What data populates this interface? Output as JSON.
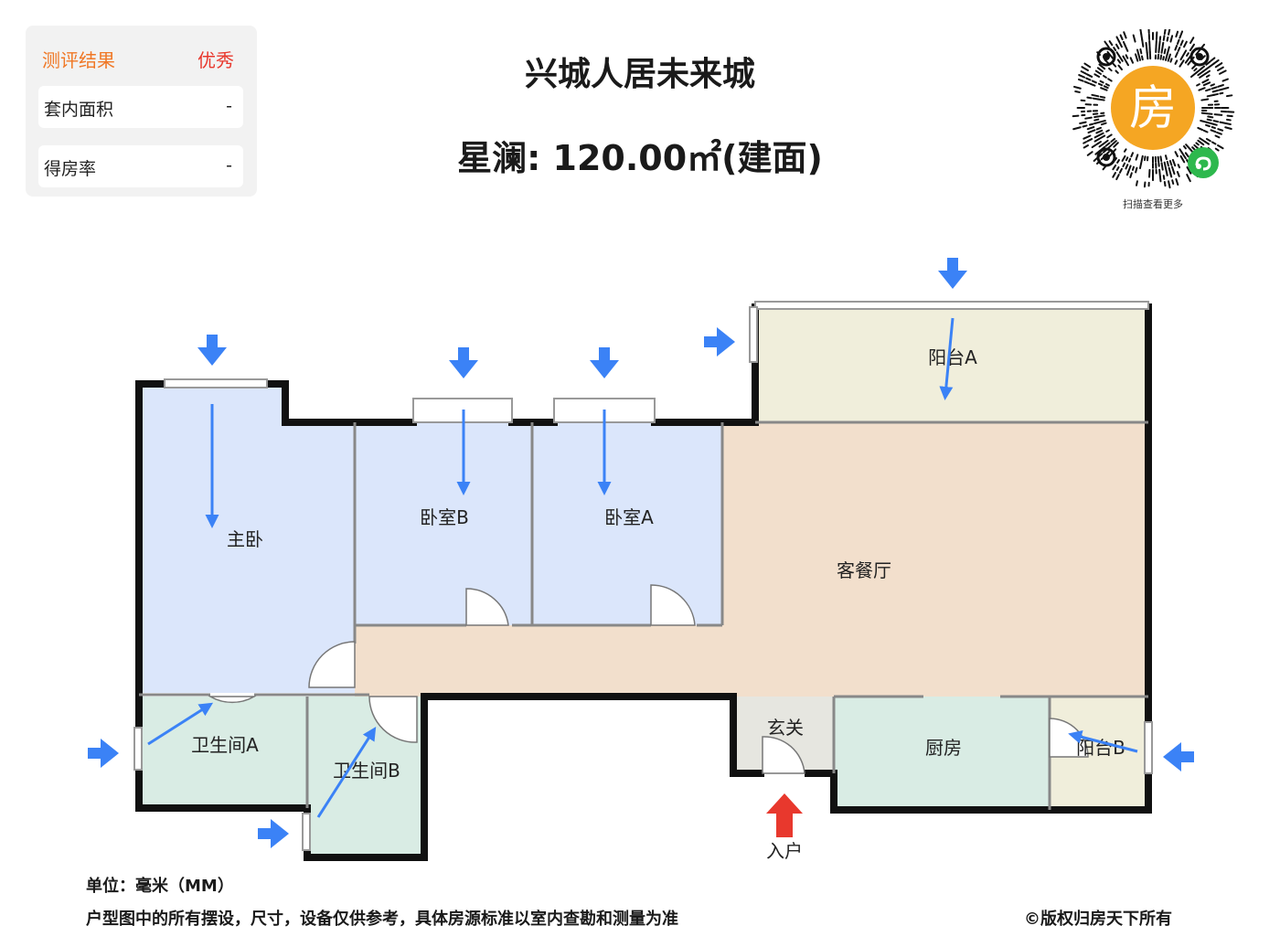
{
  "evaluation": {
    "result_label": "测评结果",
    "result_value": "优秀",
    "rows": [
      {
        "label": "套内面积",
        "value": "-"
      },
      {
        "label": "得房率",
        "value": "-"
      }
    ]
  },
  "title": {
    "project": "兴城人居未来城",
    "layout": "星澜: 120.00㎡(建面)"
  },
  "qr": {
    "center_char": "房",
    "caption": "扫描查看更多"
  },
  "rooms": {
    "master_bedroom": "主卧",
    "bedroom_b": "卧室B",
    "bedroom_a": "卧室A",
    "balcony_a": "阳台A",
    "living_dining": "客餐厅",
    "bath_a": "卫生间A",
    "bath_b": "卫生间B",
    "foyer": "玄关",
    "kitchen": "厨房",
    "balcony_b": "阳台B"
  },
  "entrance_label": "入户",
  "footer": {
    "unit": "单位：毫米（MM）",
    "disclaimer": "户型图中的所有摆设，尺寸，设备仅供参考，具体房源标准以室内查勘和测量为准",
    "copyright": "©版权归房天下所有"
  },
  "colors": {
    "bedroom": "#dbe6fb",
    "living": "#f2dfcc",
    "balcony": "#f0eedb",
    "bath_kitchen": "#d9ece4",
    "foyer": "#e6e6e0",
    "wall": "#111111",
    "flow_arrow": "#3b82f6",
    "entrance_arrow": "#e8382d",
    "accent_orange": "#f5a623"
  },
  "icons": [
    "wind-direction-arrow-icon",
    "entrance-arrow-icon",
    "qr-code-icon",
    "miniprogram-icon"
  ]
}
